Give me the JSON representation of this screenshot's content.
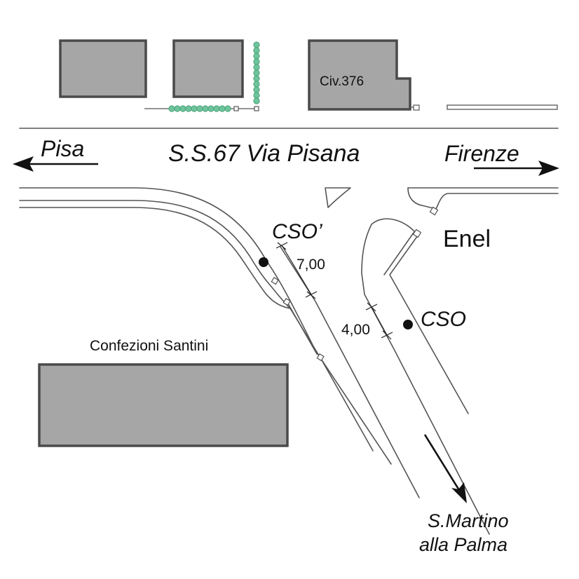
{
  "map": {
    "road_name": "S.S.67 Via Pisana",
    "directions": {
      "west": "Pisa",
      "east": "Firenze",
      "south_line1": "S.Martino",
      "south_line2": "alla Palma"
    },
    "buildings": {
      "civic_number": "Civ.376",
      "factory": "Confezioni Santini",
      "utility": "Enel"
    },
    "stations": {
      "primary": "CSO",
      "secondary": "CSO’"
    },
    "dimensions": {
      "secondary_offset": "7,00",
      "primary_offset": "4,00"
    },
    "colors": {
      "building_fill": "#a6a6a6",
      "building_edge": "#4a4a4a",
      "hedge": "#6fc49c",
      "road_line": "#555555",
      "marker": "#111111"
    }
  }
}
